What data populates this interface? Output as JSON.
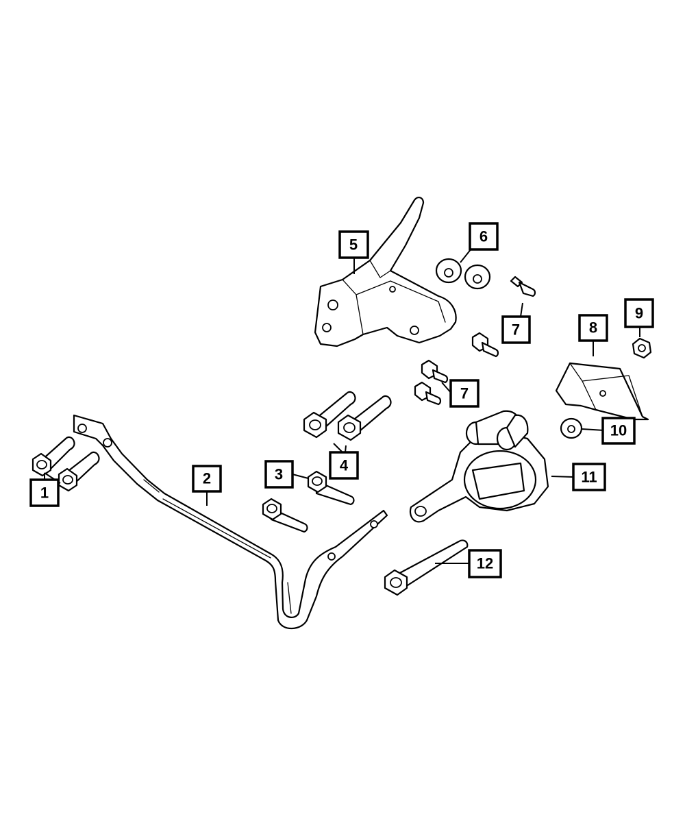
{
  "diagram": {
    "callouts": [
      {
        "id": "c1",
        "label": "1"
      },
      {
        "id": "c2",
        "label": "2"
      },
      {
        "id": "c3",
        "label": "3"
      },
      {
        "id": "c4",
        "label": "4"
      },
      {
        "id": "c5",
        "label": "5"
      },
      {
        "id": "c6",
        "label": "6"
      },
      {
        "id": "c7a",
        "label": "7"
      },
      {
        "id": "c7b",
        "label": "7"
      },
      {
        "id": "c8",
        "label": "8"
      },
      {
        "id": "c9",
        "label": "9"
      },
      {
        "id": "c10",
        "label": "10"
      },
      {
        "id": "c11",
        "label": "11"
      },
      {
        "id": "c12",
        "label": "12"
      }
    ]
  }
}
